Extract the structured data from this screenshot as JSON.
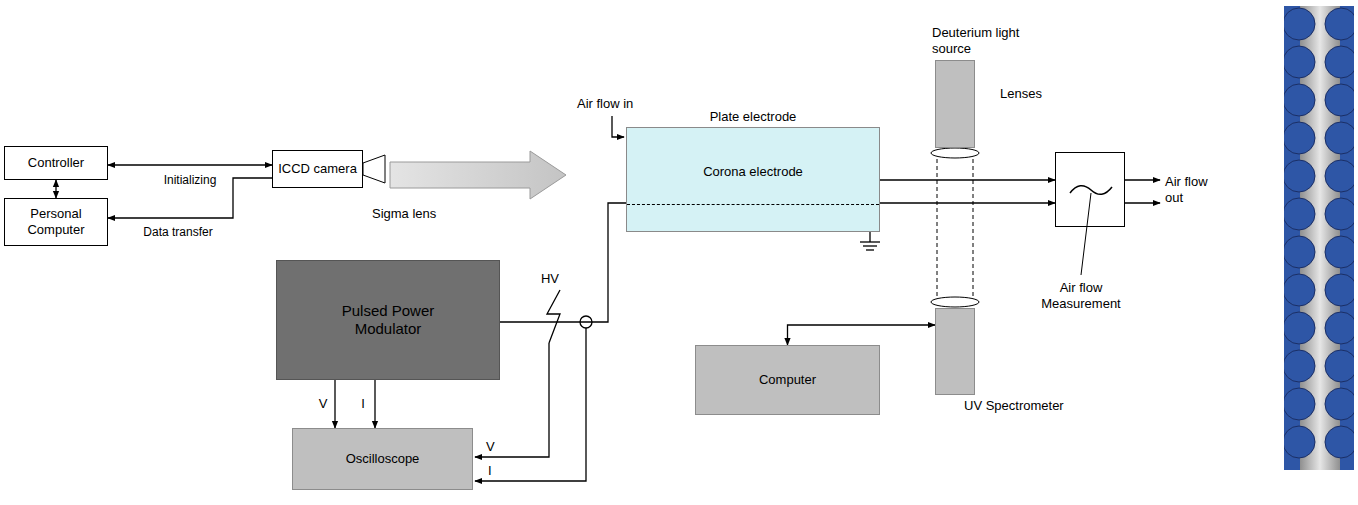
{
  "diagram": {
    "nodes": [
      {
        "text": [
          "Controller"
        ]
      },
      {
        "text": [
          "Personal Computer"
        ]
      },
      {
        "text": [
          "ICCD camera"
        ]
      },
      {
        "text": [
          "Pulsed Power Modulator"
        ]
      },
      {
        "text": [
          "Oscilloscope"
        ]
      },
      {
        "text": [
          "Plate electrode",
          "Corona electrode"
        ]
      },
      {
        "text": [
          "Deuterium light source"
        ]
      },
      {
        "text": [
          "Computer"
        ]
      },
      {
        "text": [
          "UV Spectrometer"
        ]
      },
      {
        "text": [
          "Air flow Measurement"
        ]
      }
    ],
    "edges": [
      {
        "from": 0,
        "to": 2,
        "label": "Initializing",
        "arrow": "both"
      },
      {
        "from": 0,
        "to": 1,
        "arrow": "both"
      },
      {
        "from": 2,
        "to": 1,
        "label": "Data transfer",
        "arrow": "to"
      },
      {
        "from": 3,
        "to": 4,
        "label": "V",
        "arrow": "to"
      },
      {
        "from": 3,
        "to": 4,
        "label": "I",
        "arrow": "to"
      },
      {
        "from": 3,
        "to": 5,
        "label": "HV",
        "arrow": "none"
      },
      {
        "from": 5,
        "to": 9,
        "arrow": "to"
      },
      {
        "from": 5,
        "to": 9,
        "arrow": "to"
      },
      {
        "from": 7,
        "to": 8,
        "arrow": "both"
      }
    ],
    "labels": [
      "Air flow in",
      "Sigma lens",
      "V",
      "I",
      "Lenses",
      "Air flow out"
    ]
  }
}
